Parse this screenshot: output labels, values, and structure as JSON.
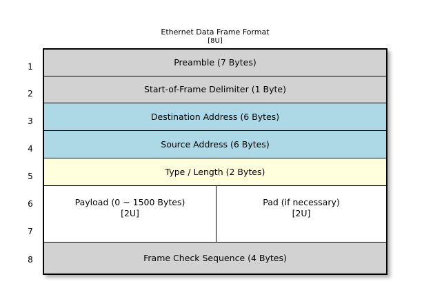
{
  "title": {
    "main": "Ethernet Data Frame Format",
    "sub": "[8U]"
  },
  "colors": {
    "gray": "#D2D2D2",
    "blue": "#ADD8E6",
    "yellow": "#FFFFDD",
    "white": "#FFFFFF",
    "border": "#000000",
    "text": "#000000"
  },
  "row_numbers": [
    "1",
    "2",
    "3",
    "4",
    "5",
    "6",
    "7",
    "8"
  ],
  "rows": [
    {
      "number": "1",
      "label": "Preamble (7 Bytes)",
      "fill": "#D2D2D2"
    },
    {
      "number": "2",
      "label": "Start-of-Frame Delimiter (1 Byte)",
      "fill": "#D2D2D2"
    },
    {
      "number": "3",
      "label": "Destination Address (6 Bytes)",
      "fill": "#ADD8E6"
    },
    {
      "number": "4",
      "label": "Source Address (6 Bytes)",
      "fill": "#ADD8E6"
    },
    {
      "number": "5",
      "label": "Type / Length (2 Bytes)",
      "fill": "#FFFFDD"
    },
    {
      "number": "8",
      "label": "Frame Check Sequence (4 Bytes)",
      "fill": "#D2D2D2"
    }
  ],
  "payload_row": {
    "numbers": [
      "6",
      "7"
    ],
    "fill": "#FFFFFF",
    "left": {
      "line1": "Payload (0 ~ 1500 Bytes)",
      "line2": "[2U]"
    },
    "right": {
      "line1": "Pad (if necessary)",
      "line2": "[2U]"
    }
  }
}
